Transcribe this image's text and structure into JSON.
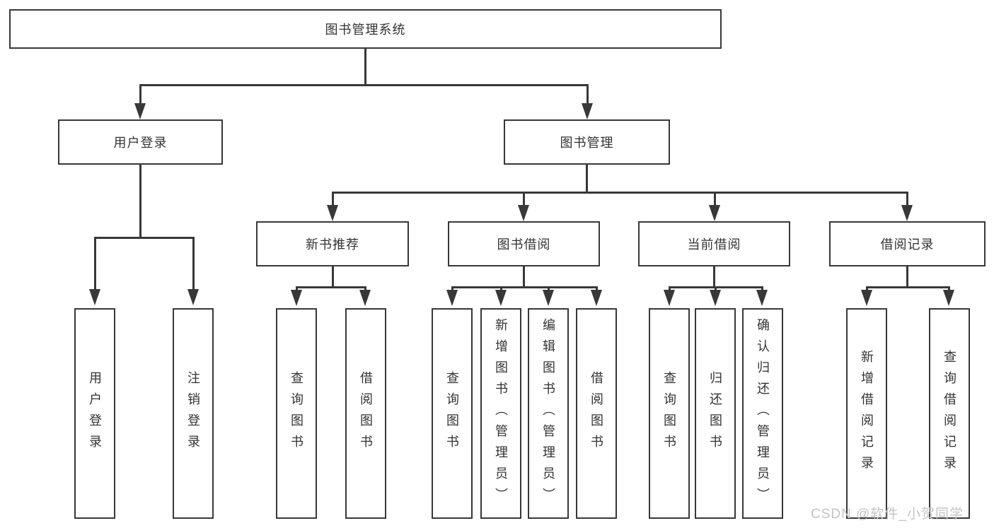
{
  "diagram_title": "图书管理系统",
  "nodes": {
    "root": {
      "label": "图书管理系统"
    },
    "user_login": {
      "label": "用户登录"
    },
    "book_mgmt": {
      "label": "图书管理"
    },
    "new_book": {
      "label": "新书推荐"
    },
    "book_borrow": {
      "label": "图书借阅"
    },
    "current_borrow": {
      "label": "当前借阅"
    },
    "borrow_record": {
      "label": "借阅记录"
    }
  },
  "leaves": {
    "user_login": [
      "用户登录",
      "注销登录"
    ],
    "new_book": [
      "查询图书",
      "借阅图书"
    ],
    "book_borrow": [
      "查询图书",
      "新增图书（管理员）",
      "编辑图书（管理员）",
      "借阅图书"
    ],
    "current_borrow": [
      "查询图书",
      "归还图书",
      "确认归还（管理员）"
    ],
    "borrow_record": [
      "新增借阅记录",
      "查询借阅记录"
    ]
  },
  "watermark": "CSDN @软件_小贺同学",
  "colors": {
    "line": "#383838",
    "text": "#333333",
    "watermark": "#c4c4c4",
    "background": "#ffffff"
  }
}
